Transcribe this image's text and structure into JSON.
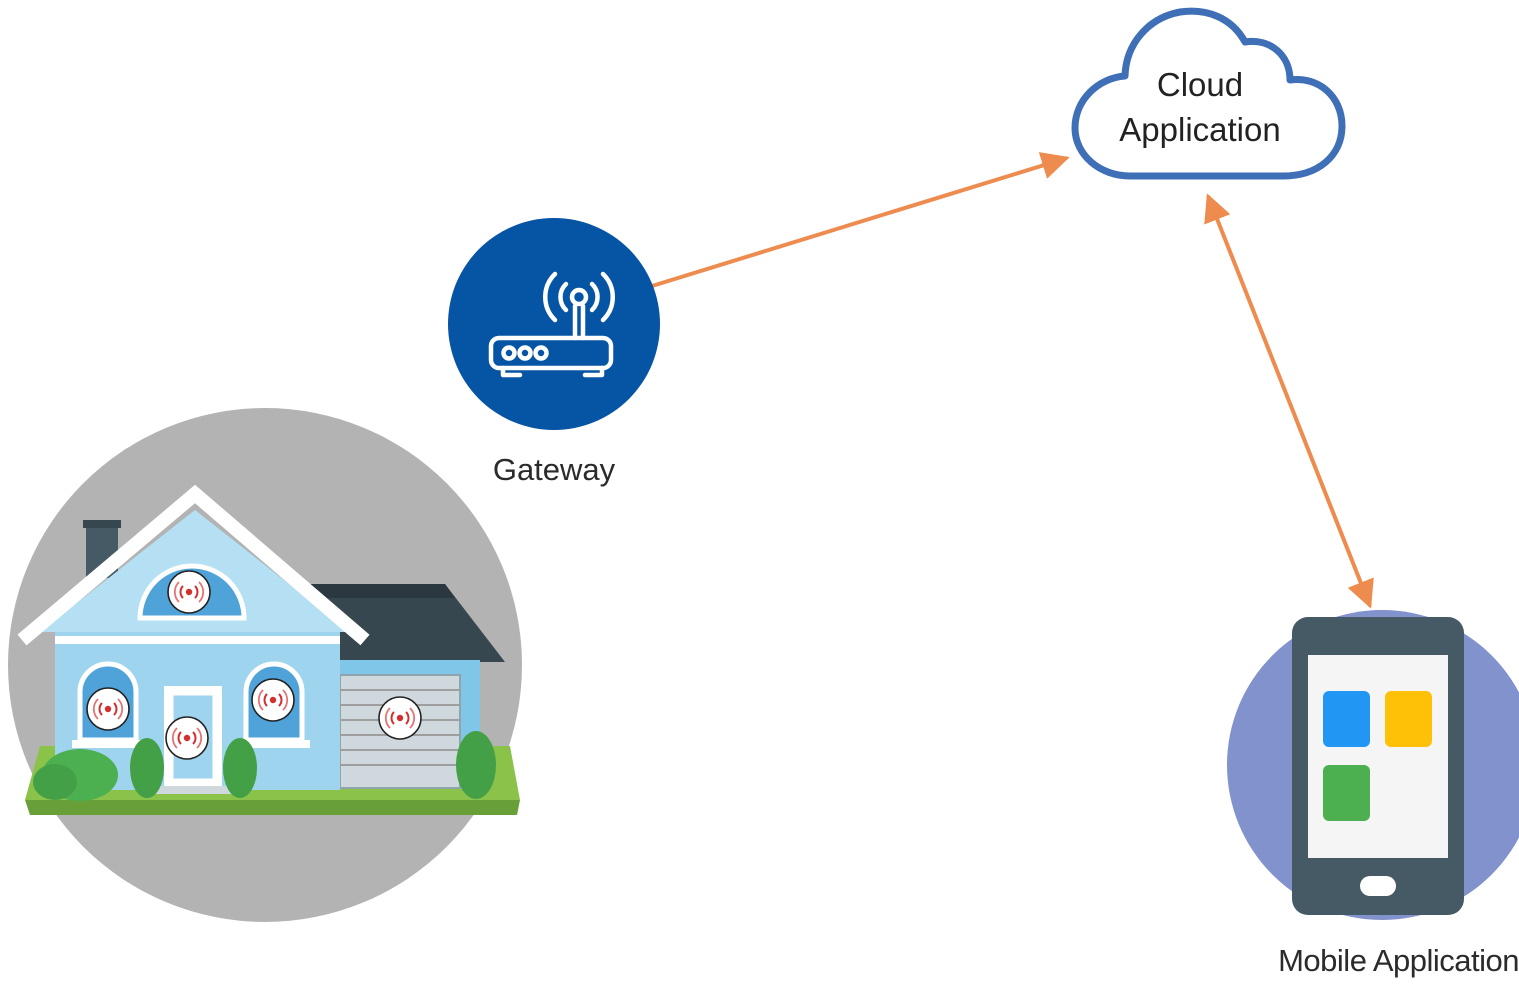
{
  "nodes": {
    "cloud": {
      "line1": "Cloud",
      "line2": "Application"
    },
    "gateway": {
      "label": "Gateway"
    },
    "mobile": {
      "label": "Mobile Application"
    }
  },
  "icons": {
    "cloud": "cloud-icon",
    "gateway": "wifi-router-icon",
    "house": "smart-home-illustration",
    "sensor": "sensor-signal-icon",
    "phone": "smartphone-icon"
  },
  "colors": {
    "arrow": "#EE8B4E",
    "cloud_stroke": "#3F6FB6",
    "gateway_fill": "#0654A4",
    "house_backdrop": "#B3B3B3",
    "phone_backdrop": "#8292CC",
    "phone_body": "#455A64",
    "app_blue": "#2196F3",
    "app_yellow": "#FFC107",
    "app_green": "#4CAF50"
  }
}
